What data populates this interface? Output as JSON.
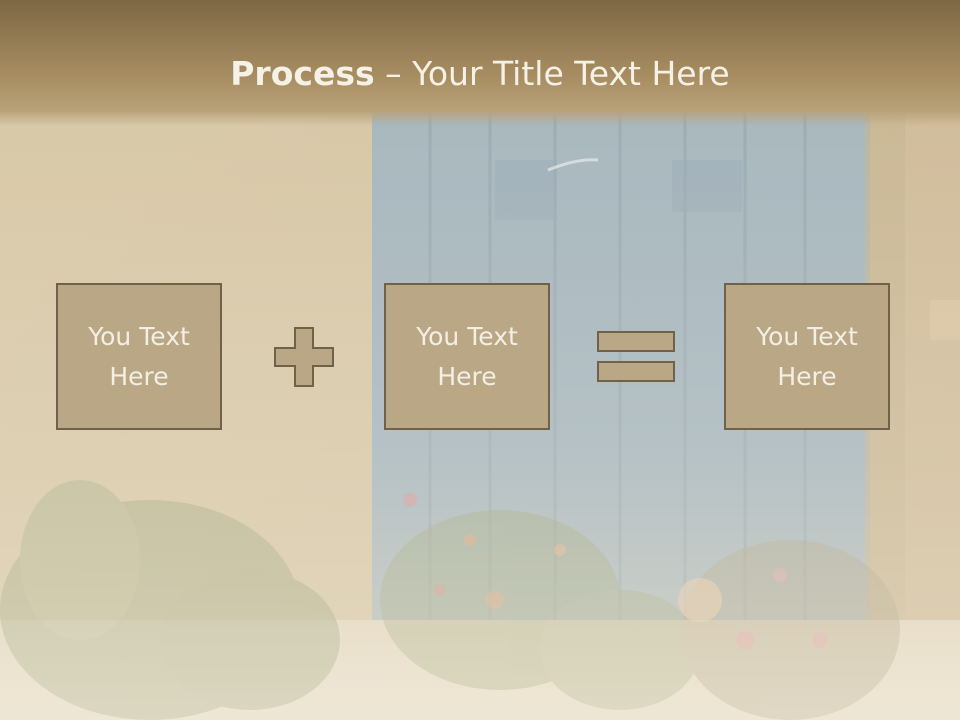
{
  "title": {
    "bold_part": "Process",
    "separator": " – ",
    "rest": "Your Title Text Here"
  },
  "boxes": [
    {
      "text": "You Text Here"
    },
    {
      "text": "You Text Here"
    },
    {
      "text": "You Text Here"
    }
  ],
  "operators": {
    "first": "plus-icon",
    "second": "equals-icon"
  },
  "colors": {
    "title_band": "#a88e62",
    "box_fill": "#b9a785",
    "box_border": "#6f6249",
    "text": "#f4efe4"
  }
}
